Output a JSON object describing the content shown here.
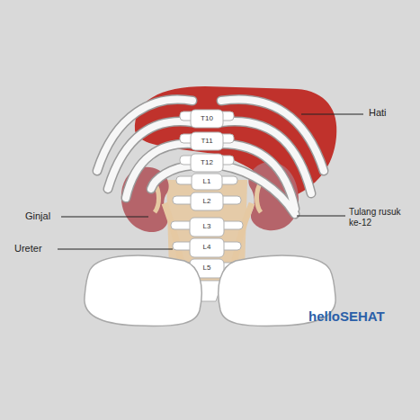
{
  "diagram": {
    "labels": [
      "Hati",
      "Ginjal",
      "Ureter",
      "Tulang rusuk ke-12",
      "T10",
      "T11",
      "T12",
      "L1",
      "L2",
      "L3",
      "L4",
      "L5",
      "helloSEHAT"
    ]
  }
}
